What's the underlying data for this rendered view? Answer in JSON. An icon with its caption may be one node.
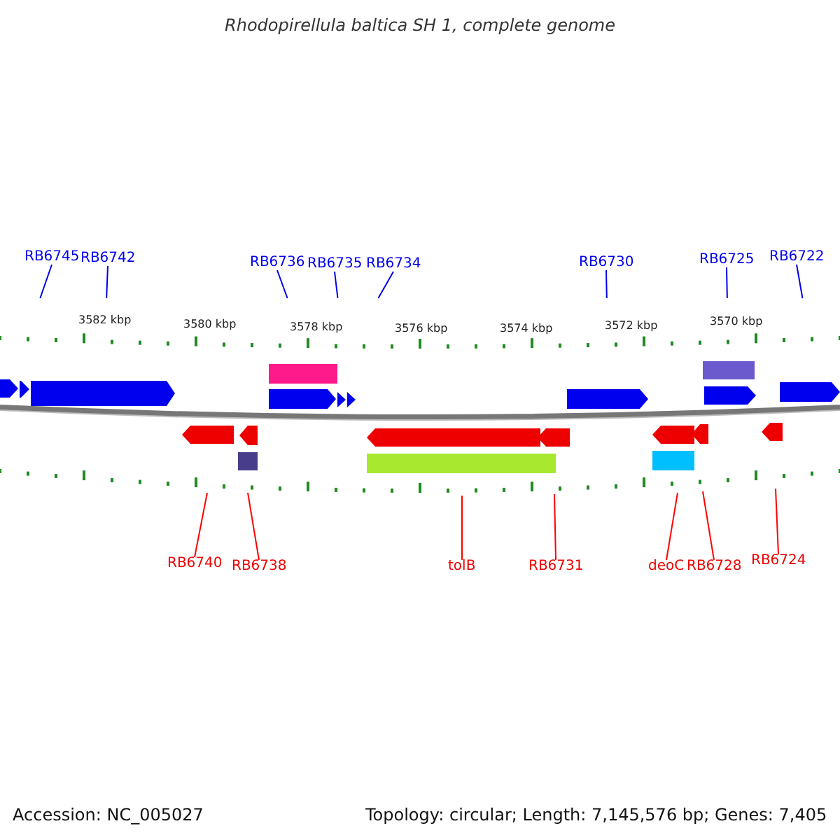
{
  "diagram": {
    "title": "Rhodopirellula baltica SH 1, complete genome",
    "nodes": [
      {
        "text": [
          "RB6745"
        ]
      },
      {
        "text": [
          "RB6742"
        ]
      },
      {
        "text": [
          "RB6736"
        ]
      },
      {
        "text": [
          "RB6735"
        ]
      },
      {
        "text": [
          "RB6734"
        ]
      },
      {
        "text": [
          "RB6730"
        ]
      },
      {
        "text": [
          "RB6725"
        ]
      },
      {
        "text": [
          "RB6722"
        ]
      },
      {
        "text": [
          "RB6740"
        ]
      },
      {
        "text": [
          "RB6738"
        ]
      },
      {
        "text": [
          "tolB"
        ]
      },
      {
        "text": [
          "RB6731"
        ]
      },
      {
        "text": [
          "deoC"
        ]
      },
      {
        "text": [
          "RB6728"
        ]
      },
      {
        "text": [
          "RB6724"
        ]
      }
    ],
    "edges": [
      {
        "from": 0,
        "to": null,
        "arrow": "none"
      },
      {
        "from": 1,
        "to": null,
        "arrow": "none"
      },
      {
        "from": 2,
        "to": null,
        "arrow": "none"
      },
      {
        "from": 3,
        "to": null,
        "arrow": "none"
      },
      {
        "from": 4,
        "to": null,
        "arrow": "none"
      },
      {
        "from": 5,
        "to": null,
        "arrow": "none"
      },
      {
        "from": 6,
        "to": null,
        "arrow": "none"
      },
      {
        "from": 7,
        "to": null,
        "arrow": "none"
      },
      {
        "from": 8,
        "to": null,
        "arrow": "none",
        "color": "#ff0000"
      },
      {
        "from": 9,
        "to": null,
        "arrow": "none",
        "color": "#ff0000"
      },
      {
        "from": 10,
        "to": null,
        "arrow": "none",
        "color": "#ff0000"
      },
      {
        "from": 11,
        "to": null,
        "arrow": "none",
        "color": "#ff0000"
      },
      {
        "from": 12,
        "to": null,
        "arrow": "none",
        "color": "#ff0000"
      },
      {
        "from": 13,
        "to": null,
        "arrow": "none",
        "color": "#ff0000"
      },
      {
        "from": 14,
        "to": null,
        "arrow": "none",
        "color": "#ff0000"
      }
    ],
    "labels": [
      "3582 kbp",
      "3580 kbp",
      "3578 kbp",
      "3576 kbp",
      "3574 kbp",
      "3572 kbp",
      "3570 kbp",
      "Accession: NC_005027",
      "Topology: circular; Length: 7,145,576 bp; Genes: 7,405"
    ]
  }
}
